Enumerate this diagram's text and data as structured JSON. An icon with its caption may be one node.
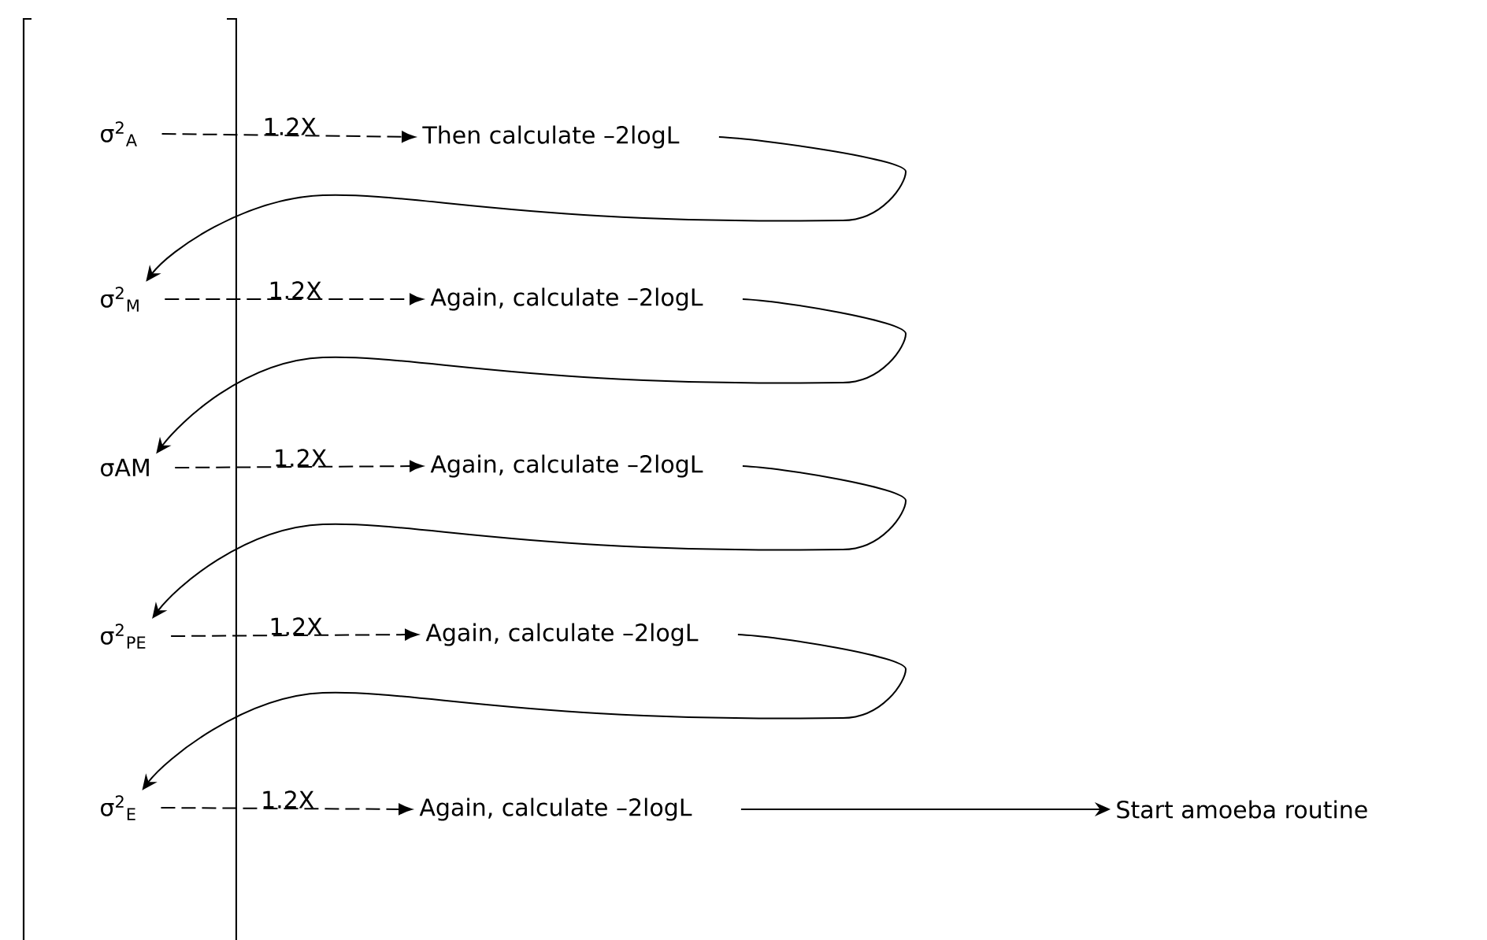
{
  "diagram": {
    "nodes": [
      {
        "text": [
          "σ$^{2}$$_{A}$"
        ]
      },
      {
        "text": [
          "Then calculate –2logL"
        ]
      },
      {
        "text": [
          "σ$^{2}$$_{M}$"
        ]
      },
      {
        "text": [
          "Again, calculate –2logL"
        ]
      },
      {
        "text": [
          "σAM"
        ]
      },
      {
        "text": [
          "Again, calculate –2logL"
        ]
      },
      {
        "text": [
          "σ$^{2}$$_{PE}$"
        ]
      },
      {
        "text": [
          "Again, calculate –2logL"
        ]
      },
      {
        "text": [
          "σ$^{2}$$_{E}$"
        ]
      },
      {
        "text": [
          "Again, calculate –2logL"
        ]
      },
      {
        "text": [
          "Start amoeba routine"
        ]
      }
    ],
    "edges": [
      {
        "from": 0,
        "to": 1,
        "arrow": "to",
        "style": "dashed",
        "label": "1.2X"
      },
      {
        "from": 1,
        "to": 2,
        "arrow": "to"
      },
      {
        "from": 2,
        "to": 3,
        "arrow": "to",
        "style": "dashed",
        "label": "1.2X"
      },
      {
        "from": 3,
        "to": 4,
        "arrow": "to"
      },
      {
        "from": 4,
        "to": 5,
        "arrow": "to",
        "style": "dashed",
        "label": "1.2X"
      },
      {
        "from": 5,
        "to": 6,
        "arrow": "to"
      },
      {
        "from": 6,
        "to": 7,
        "arrow": "to",
        "style": "dashed",
        "label": "1.2X"
      },
      {
        "from": 7,
        "to": 8,
        "arrow": "to"
      },
      {
        "from": 8,
        "to": 9,
        "arrow": "to",
        "style": "dashed",
        "label": "1.2X"
      },
      {
        "from": 9,
        "to": 10,
        "arrow": "to"
      }
    ]
  }
}
